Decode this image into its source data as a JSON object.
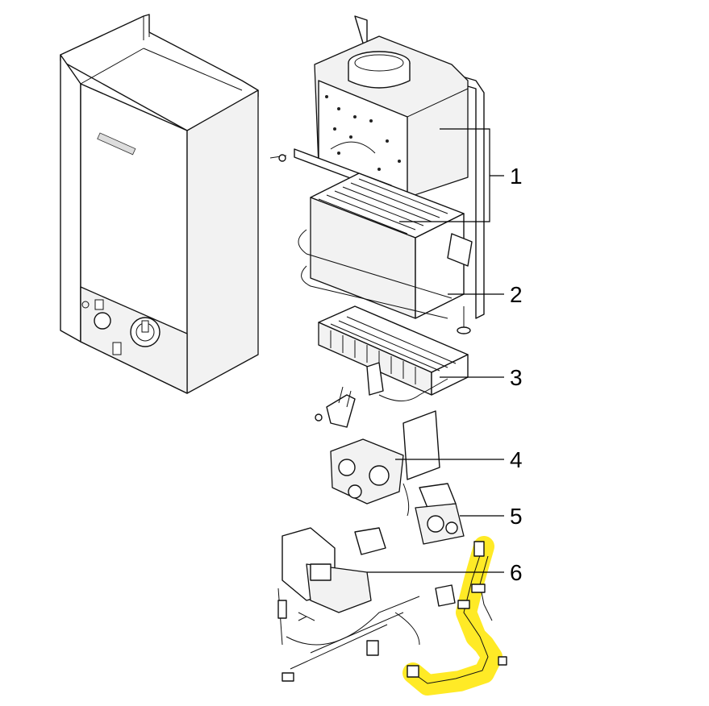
{
  "diagram": {
    "callouts": [
      {
        "id": 1,
        "label": "1"
      },
      {
        "id": 2,
        "label": "2"
      },
      {
        "id": 3,
        "label": "3"
      },
      {
        "id": 4,
        "label": "4"
      },
      {
        "id": 5,
        "label": "5"
      },
      {
        "id": 6,
        "label": "6"
      }
    ],
    "casing_logo": "",
    "highlight_color": "#ffe600"
  }
}
